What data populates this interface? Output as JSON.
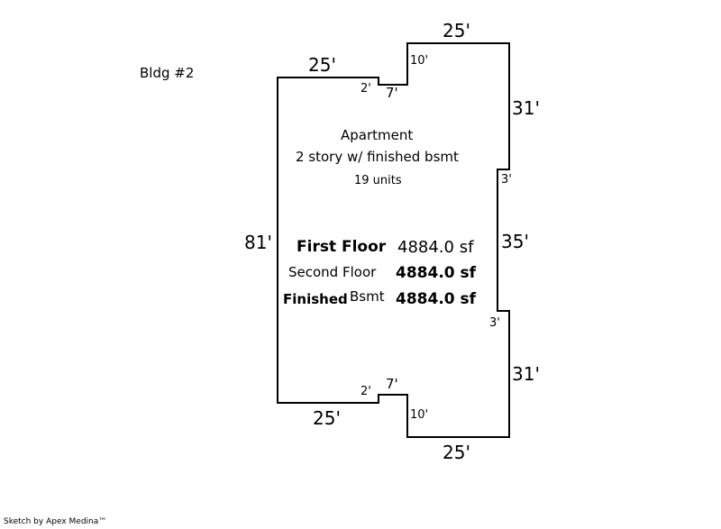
{
  "building_label": "Bldg #2",
  "description": {
    "type": "Apartment",
    "style": "2 story w/ finished bsmt",
    "units": "19 units"
  },
  "areas": [
    {
      "name": "First Floor",
      "value": "4884.0 sf"
    },
    {
      "name": "Second Floor",
      "value": "4884.0 sf"
    },
    {
      "name_a": "Finished",
      "name_b": "Bsmt",
      "value": "4884.0 sf"
    }
  ],
  "dimensions": {
    "top_left": "25'",
    "top_right": "25'",
    "top_notch_drop": "2'",
    "top_notch_width": "7'",
    "top_notch_rise": "10'",
    "right_upper": "31'",
    "right_jog_upper": "3'",
    "right_middle": "35'",
    "right_jog_lower": "3'",
    "right_lower": "31'",
    "left": "81'",
    "bottom_left": "25'",
    "bottom_right": "25'",
    "bottom_notch_drop": "2'",
    "bottom_notch_width": "7'",
    "bottom_notch_rise": "10'"
  },
  "footer": "Sketch by Apex Medina™"
}
